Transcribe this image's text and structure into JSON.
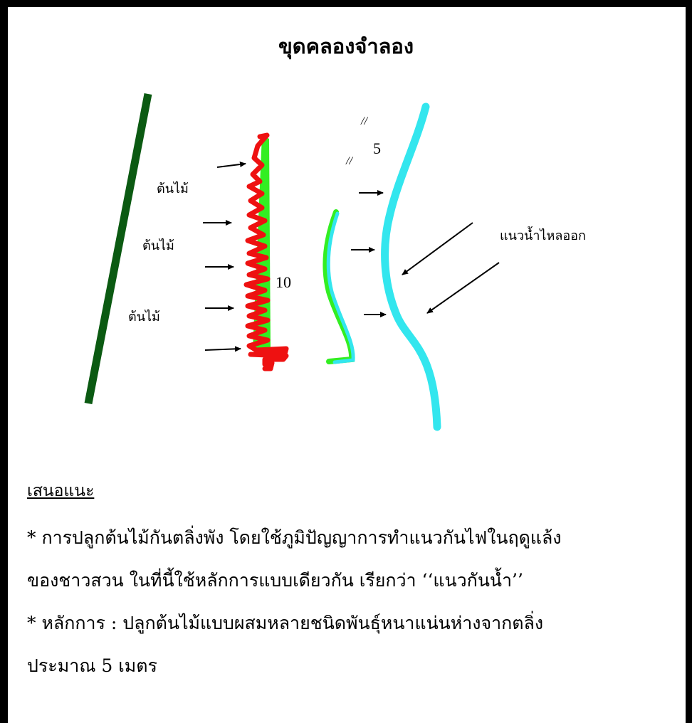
{
  "title": "ขุดคลองจำลอง",
  "labels": {
    "tree_1": "ต้นไม้",
    "tree_2": "ต้นไม้",
    "tree_3": "ต้นไม้",
    "water_outflow": "แนวน้ำไหลออก",
    "distance_10": "10",
    "distance_5": "5",
    "tick_1": "//",
    "tick_2": "//"
  },
  "suggestion": {
    "heading": "เสนอแนะ",
    "line_1": "* การปลูกต้นไม้กันตลิ่งพัง   โดยใช้ภูมิปัญญาการทำแนวกันไฟในฤดูแล้ง",
    "line_2": "ของชาวสวน ในที่นี้ใช้หลักการแบบเดียวกัน เรียกว่า  ‘‘แนวกันน้ำ’’",
    "line_3": "* หลักการ :   ปลูกต้นไม้แบบผสมหลายชนิดพันธุ์หนาแน่นห่างจากตลิ่ง",
    "line_4": "ประมาณ 5 เมตร"
  },
  "colors": {
    "dark_green": "#0b5a12",
    "red": "#ee1111",
    "green": "#33ee22",
    "cyan": "#33e6ee"
  }
}
